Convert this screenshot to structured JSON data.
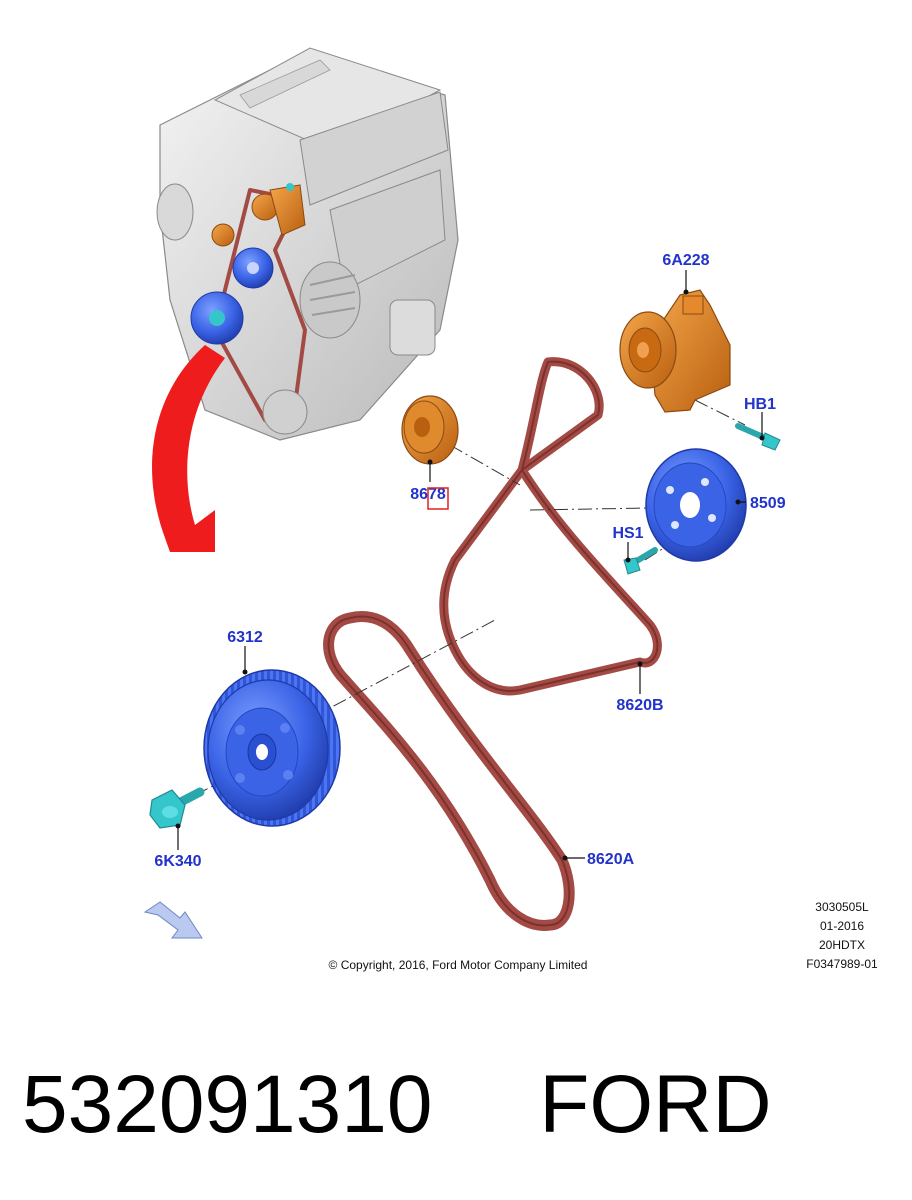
{
  "callouts": {
    "tensioner": "6A228",
    "tensioner_bolt": "HB1",
    "idler_pulley": "8678",
    "water_pump_pulley": "8509",
    "pulley_screw": "HS1",
    "crank_damper": "6312",
    "crank_bolt": "6K340",
    "belt_b": "8620B",
    "belt_a": "8620A"
  },
  "meta": {
    "code": "3030505L",
    "date": "01-2016",
    "variant": "20HDTX",
    "figure_id": "F0347989-01"
  },
  "copyright": "© Copyright, 2016, Ford Motor Company Limited",
  "footer": {
    "part_number": "532091310",
    "brand": "FORD"
  },
  "colors": {
    "callout": "#2233cc",
    "belt": "#a34a45",
    "pulley_blue": "#3a63e6",
    "tensioner_orange": "#d97a1a",
    "bolt_cyan": "#35c6cc",
    "arrow_red": "#ee1c1c"
  }
}
